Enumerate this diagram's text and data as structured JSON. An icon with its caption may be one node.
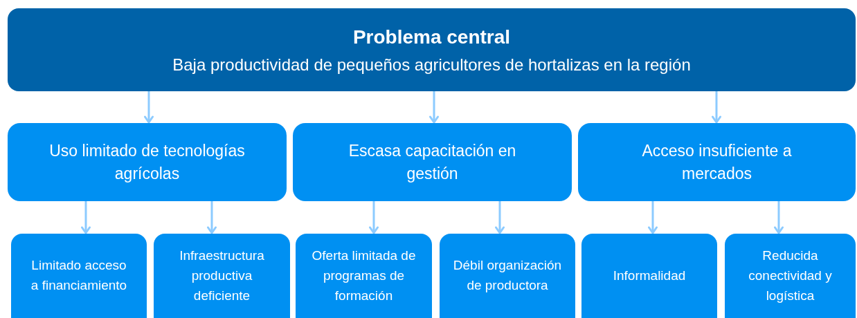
{
  "diagram": {
    "nodes": [
      {
        "text": [
          "Problema central",
          "Baja productividad de pequeños agricultores de hortalizas en la región"
        ]
      },
      {
        "text": [
          "Uso limitado de tecnologías agrícolas"
        ]
      },
      {
        "text": [
          "Escasa capacitación en gestión"
        ]
      },
      {
        "text": [
          "Acceso insuficiente a mercados"
        ]
      },
      {
        "text": [
          "Limitado acceso a financiamiento"
        ]
      },
      {
        "text": [
          "Infraestructura productiva deficiente"
        ]
      },
      {
        "text": [
          "Oferta limitada de programas de formación"
        ]
      },
      {
        "text": [
          "Débil organización de productora"
        ]
      },
      {
        "text": [
          "Informalidad"
        ]
      },
      {
        "text": [
          "Reducida conectividad y logística"
        ]
      }
    ],
    "edges": [
      {
        "from": 0,
        "to": 1,
        "arrow": "to"
      },
      {
        "from": 0,
        "to": 2,
        "arrow": "to"
      },
      {
        "from": 0,
        "to": 3,
        "arrow": "to"
      },
      {
        "from": 1,
        "to": 4,
        "arrow": "to"
      },
      {
        "from": 1,
        "to": 5,
        "arrow": "to"
      },
      {
        "from": 2,
        "to": 6,
        "arrow": "to"
      },
      {
        "from": 2,
        "to": 7,
        "arrow": "to"
      },
      {
        "from": 3,
        "to": 8,
        "arrow": "to"
      },
      {
        "from": 3,
        "to": 9,
        "arrow": "to"
      }
    ]
  }
}
